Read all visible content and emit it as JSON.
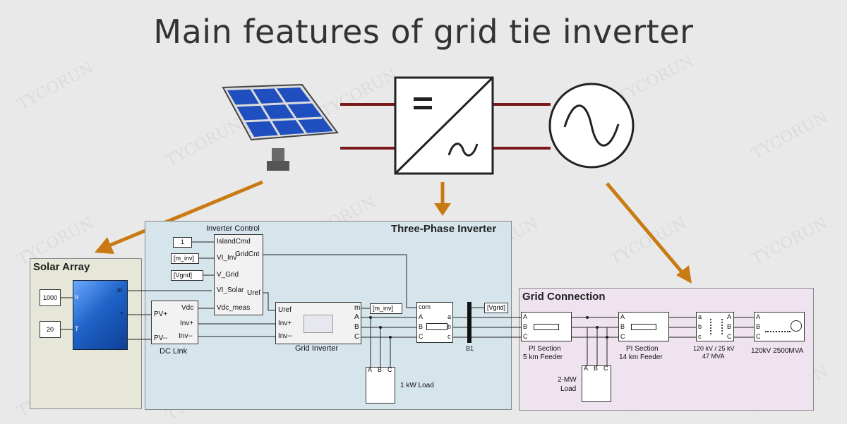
{
  "title": "Main features of grid tie inverter",
  "watermark": "TYCORUN",
  "top_icons": {
    "converter_dc_symbol": "=",
    "converter_ac_symbol": "~",
    "solar_panel": "solar-panel-icon",
    "grid": "ac-source-icon"
  },
  "colors": {
    "arrow": "#c97a14",
    "line": "#7a1a1a",
    "panel_blue": "#d6e5ec",
    "panel_pink": "#eee3ee",
    "panel_solar": "#e6e7d8"
  },
  "solar_array": {
    "title": "Solar Array",
    "irradiance": "1000",
    "temperature": "20",
    "port_m": "m",
    "port_ir": "Ir",
    "port_t": "T",
    "port_plus": "+",
    "port_minus": "-"
  },
  "three_phase": {
    "title": "Three-Phase Inverter",
    "inverter_control": {
      "title": "Inverter Control",
      "const1": "1",
      "in_tag1": "[m_inv]",
      "in_tag2": "[Vgrid]",
      "ports": [
        "IslandCmd",
        "VI_Inv",
        "V_Grid",
        "VI_Solar",
        "Vdc_meas"
      ],
      "out_gridcnt": "GridCnt",
      "out_uref": "Uref"
    },
    "dc_link": {
      "label": "DC Link",
      "in_pvplus": "PV+",
      "in_pvminus": "PV--",
      "out_vdc": "Vdc",
      "out_invplus": "Inv+",
      "out_invminus": "Inv--"
    },
    "grid_inverter": {
      "label": "Grid Inverter",
      "in_uref": "Uref",
      "in_invplus": "Inv+",
      "in_invminus": "Inv--",
      "out_m": "m",
      "out_a": "A",
      "out_b": "B",
      "out_c": "C"
    },
    "goto_minv": "[m_inv]",
    "goto_vgrid": "[Vgrid]",
    "meas": {
      "com": "com",
      "a": "A",
      "b": "B",
      "c": "C",
      "a2": "a",
      "b2": "b",
      "c2": "c"
    },
    "bus_label": "B1",
    "load": {
      "label": "1 kW Load",
      "a": "A",
      "b": "B",
      "c": "C"
    }
  },
  "grid_connection": {
    "title": "Grid Connection",
    "pi1": {
      "label1": "PI Section",
      "label2": "5 km Feeder"
    },
    "pi2": {
      "label1": "PI Section",
      "label2": "14 km Feeder"
    },
    "transformer": {
      "label1": "120 kV / 25 kV",
      "label2": "47 MVA"
    },
    "source": {
      "label": "120kV 2500MVA"
    },
    "load": {
      "label1": "2-MW",
      "label2": "Load"
    },
    "ports": {
      "a": "A",
      "b": "B",
      "c": "C",
      "la": "a",
      "lb": "b",
      "lc": "c"
    }
  }
}
